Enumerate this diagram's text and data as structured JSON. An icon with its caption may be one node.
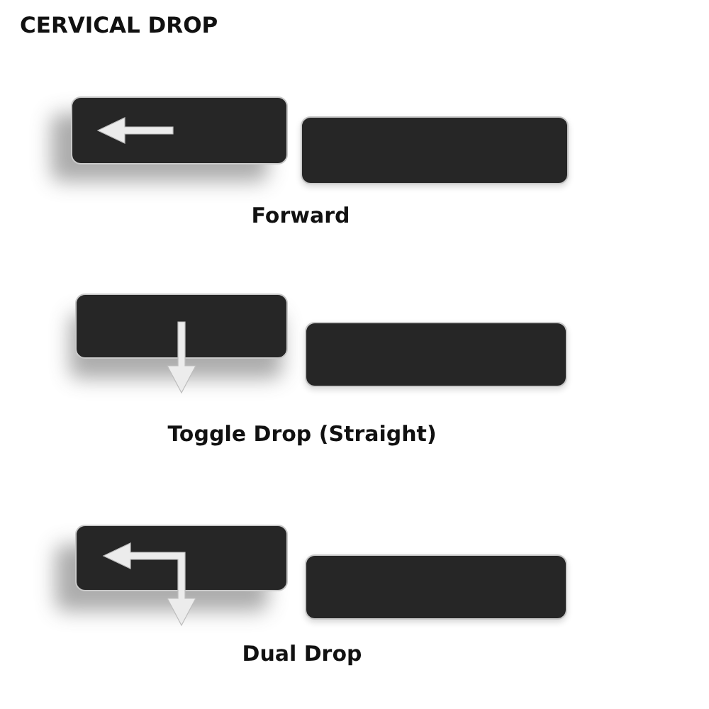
{
  "diagram": {
    "title": "CERVICAL DROP",
    "nodes": [
      {
        "text": [],
        "shape": "box"
      },
      {
        "text": [],
        "shape": "box"
      },
      {
        "text": [],
        "shape": "box"
      },
      {
        "text": [],
        "shape": "box"
      },
      {
        "text": [],
        "shape": "box"
      },
      {
        "text": [],
        "shape": "box"
      }
    ],
    "labels": [
      "Forward",
      "Toggle Drop (Straight)",
      "Dual Drop"
    ]
  }
}
